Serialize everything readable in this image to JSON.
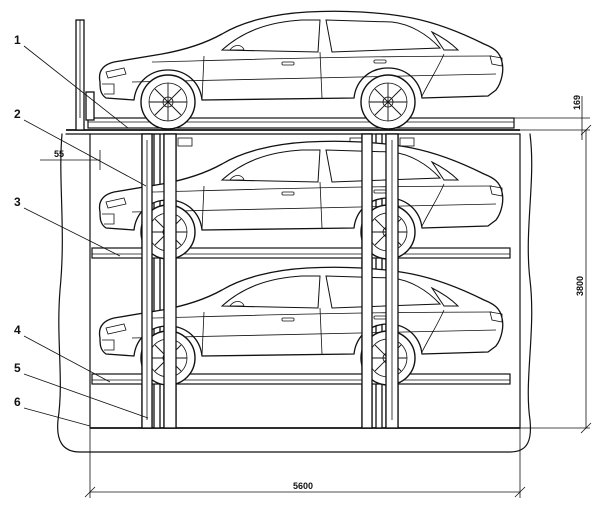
{
  "callouts": [
    {
      "id": "1",
      "label": "1"
    },
    {
      "id": "2",
      "label": "2"
    },
    {
      "id": "3",
      "label": "3"
    },
    {
      "id": "4",
      "label": "4"
    },
    {
      "id": "5",
      "label": "5"
    },
    {
      "id": "6",
      "label": "6"
    }
  ],
  "dimensions": {
    "width_label": "5600",
    "height_label": "3800",
    "top_offset_label": "169",
    "side_offset_label": "55"
  },
  "levels": [
    {
      "name": "upper"
    },
    {
      "name": "middle"
    },
    {
      "name": "lower"
    }
  ]
}
